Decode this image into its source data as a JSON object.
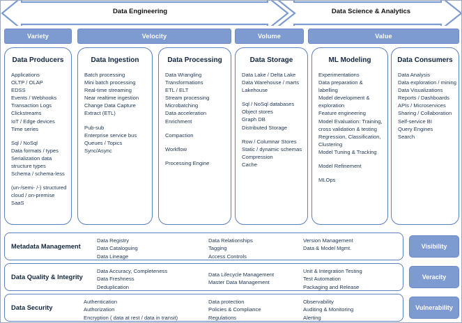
{
  "phases": [
    {
      "key": "data-engineering",
      "label": "Data Engineering"
    },
    {
      "key": "data-science-analytics",
      "label": "Data Science & Analytics"
    }
  ],
  "pillars": [
    {
      "key": "variety",
      "label": "Variety"
    },
    {
      "key": "velocity",
      "label": "Velocity"
    },
    {
      "key": "volume",
      "label": "Volume"
    },
    {
      "key": "value",
      "label": "Value"
    }
  ],
  "columns": [
    {
      "key": "data-producers",
      "title": "Data Producers",
      "groups": [
        [
          "Applications",
          "OLTP / OLAP",
          "EDSS",
          "Events / Webhooks",
          "Transaction Logs",
          "Clickstreams",
          "IoT / Edge devices",
          "Time series"
        ],
        [
          "Sql / NoSql",
          "Data formats / types",
          "Serialization data",
          "structure types",
          "Schema / schema-less"
        ],
        [
          "(un-/semi- /-) structured",
          "cloud / on-premise",
          "SaaS"
        ]
      ]
    },
    {
      "key": "data-ingestion",
      "title": "Data Ingestion",
      "groups": [
        [
          "Batch processing",
          "Mini batch processing",
          "Real-time streaming",
          "Near realtime ingestion",
          "Change Data Capture",
          "Extract (ETL)"
        ],
        [
          "Pub-sub",
          "Enterprise service bus",
          "Queues / Topics",
          "Sync/Async"
        ]
      ]
    },
    {
      "key": "data-processing",
      "title": "Data Processing",
      "groups": [
        [
          "Data Wrangling",
          "Transformations",
          "ETL / ELT",
          "Stream processing",
          "Microbatching",
          "Data acceleration",
          "Enrichment"
        ],
        [
          "Compaction"
        ],
        [
          "Workflow"
        ],
        [
          "Processing Engine"
        ]
      ]
    },
    {
      "key": "data-storage",
      "title": "Data Storage",
      "groups": [
        [
          "Data Lake / Delta Lake",
          "Data Warehouse / marts",
          "Lakehouse"
        ],
        [
          "Sql / NoSql databases",
          "Object stores",
          "Graph DB",
          "Distributed Storage"
        ],
        [
          "Row / Columnar Stores",
          "Static / dynamic schemas",
          "Compression",
          "Cache"
        ]
      ]
    },
    {
      "key": "ml-modeling",
      "title": "ML Modeling",
      "groups": [
        [
          "Experimentations",
          "Data preparation &",
          "labelling",
          "Model development &",
          "exploration",
          "Feature engineering",
          "Model Evaluation: Training,",
          "cross validation & testing",
          "Regression, Classification,",
          "Clustering",
          "Model Tuning & Tracking"
        ],
        [
          "Model Refinement"
        ],
        [
          "MLOps"
        ]
      ]
    },
    {
      "key": "data-consumers",
      "title": "Data Consumers",
      "groups": [
        [
          "Data Analysis",
          "Data exploration / mining",
          "Data Visualizations",
          "Reports / Dashboards",
          "APIs / Microservices",
          "Sharing / Collaboration",
          "Self-service BI",
          "Query Engines",
          "Search"
        ]
      ]
    }
  ],
  "governance": [
    {
      "key": "metadata-management",
      "title": "Metadata Management",
      "col1": [
        "Data Registry",
        "Data Cataloguing",
        "Data Lineage"
      ],
      "col2": [
        "Data Relationships",
        "Tagging",
        "Access Controls"
      ],
      "col3": [
        "Version Management",
        "Data & Model Mgmt."
      ],
      "badge": "Visibility"
    },
    {
      "key": "data-quality-integrity",
      "title": "Data Quality & Integrity",
      "col1": [
        "Data Accuracy, Completeness",
        "Data Freshness",
        "Deduplication"
      ],
      "col2": [
        "Data Lifecycle Management",
        "Master Data Management"
      ],
      "col3": [
        "Unit & Integration Testing",
        "Test Automation",
        "Packaging and Release"
      ],
      "badge": "Veracity"
    },
    {
      "key": "data-security",
      "title": "Data Security",
      "col1": [
        "Authentication",
        "Authorization",
        "Encryption ( data at rest / data in transit)"
      ],
      "col2": [
        "Data protection",
        "Policies & Compliance",
        "Regulations"
      ],
      "col3": [
        "Observability",
        "Auditing & Monitoring",
        "Alerting"
      ],
      "badge": "Vulnerability"
    }
  ],
  "colors": {
    "accent_fill": "#7d9bd1",
    "accent_stroke": "#5b7fc0",
    "text_dark": "#12263f",
    "text_body": "#1e3555"
  }
}
